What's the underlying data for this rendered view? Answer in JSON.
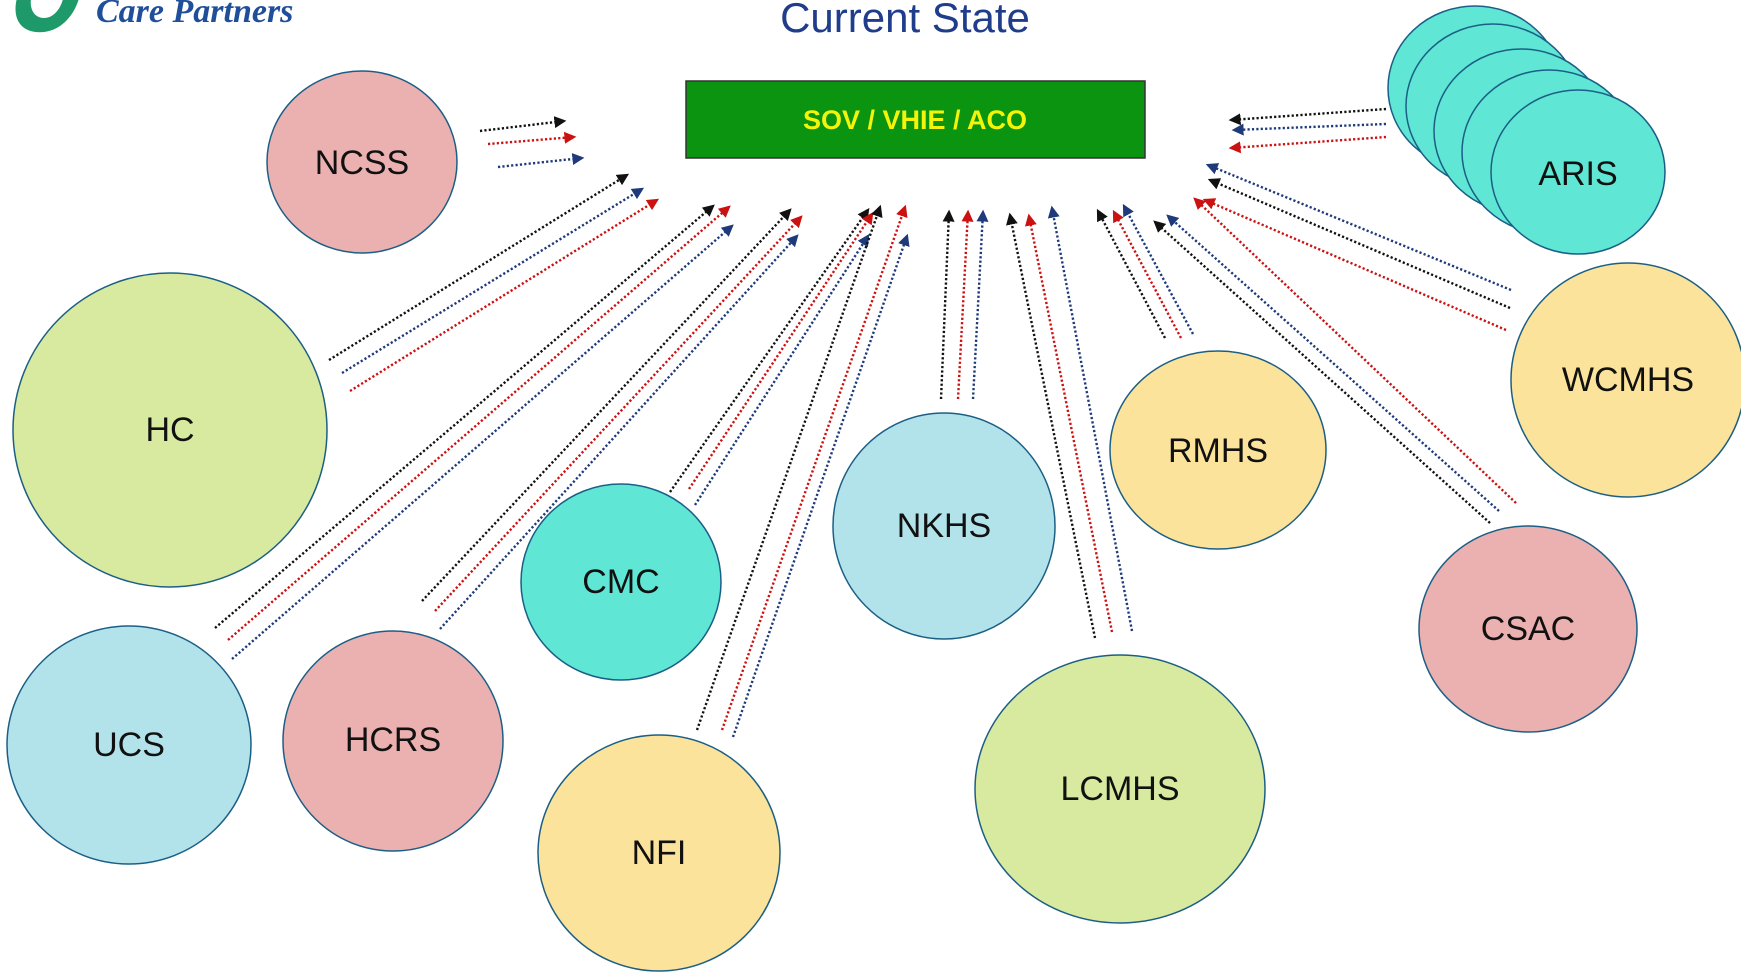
{
  "header": {
    "logo_text": "Care Partners",
    "title": "Current State"
  },
  "hub": {
    "label": "SOV / VHIE / ACO",
    "fill": "#0a9410",
    "text_color": "#f4f40a"
  },
  "colors": {
    "arrow_black": "#111111",
    "arrow_red": "#cc1111",
    "arrow_blue": "#1f3a7a",
    "circle_stroke": "#1b5f86",
    "pink": "#ebb0b0",
    "green": "#d8e9a0",
    "cyan": "#5fe6d4",
    "lightblue": "#b3e3ea",
    "yellow": "#fbe39b"
  },
  "nodes": [
    {
      "id": "ncss",
      "label": "NCSS",
      "color": "pink"
    },
    {
      "id": "hc",
      "label": "HC",
      "color": "green"
    },
    {
      "id": "ucs",
      "label": "UCS",
      "color": "lightblue"
    },
    {
      "id": "hcrs",
      "label": "HCRS",
      "color": "pink"
    },
    {
      "id": "cmc",
      "label": "CMC",
      "color": "cyan"
    },
    {
      "id": "nfi",
      "label": "NFI",
      "color": "yellow"
    },
    {
      "id": "nkhs",
      "label": "NKHS",
      "color": "lightblue"
    },
    {
      "id": "lcmhs",
      "label": "LCMHS",
      "color": "green"
    },
    {
      "id": "rmhs",
      "label": "RMHS",
      "color": "yellow"
    },
    {
      "id": "csac",
      "label": "CSAC",
      "color": "pink"
    },
    {
      "id": "wcmhs",
      "label": "WCMHS",
      "color": "yellow"
    },
    {
      "id": "aris",
      "label": "ARIS",
      "color": "cyan"
    }
  ]
}
